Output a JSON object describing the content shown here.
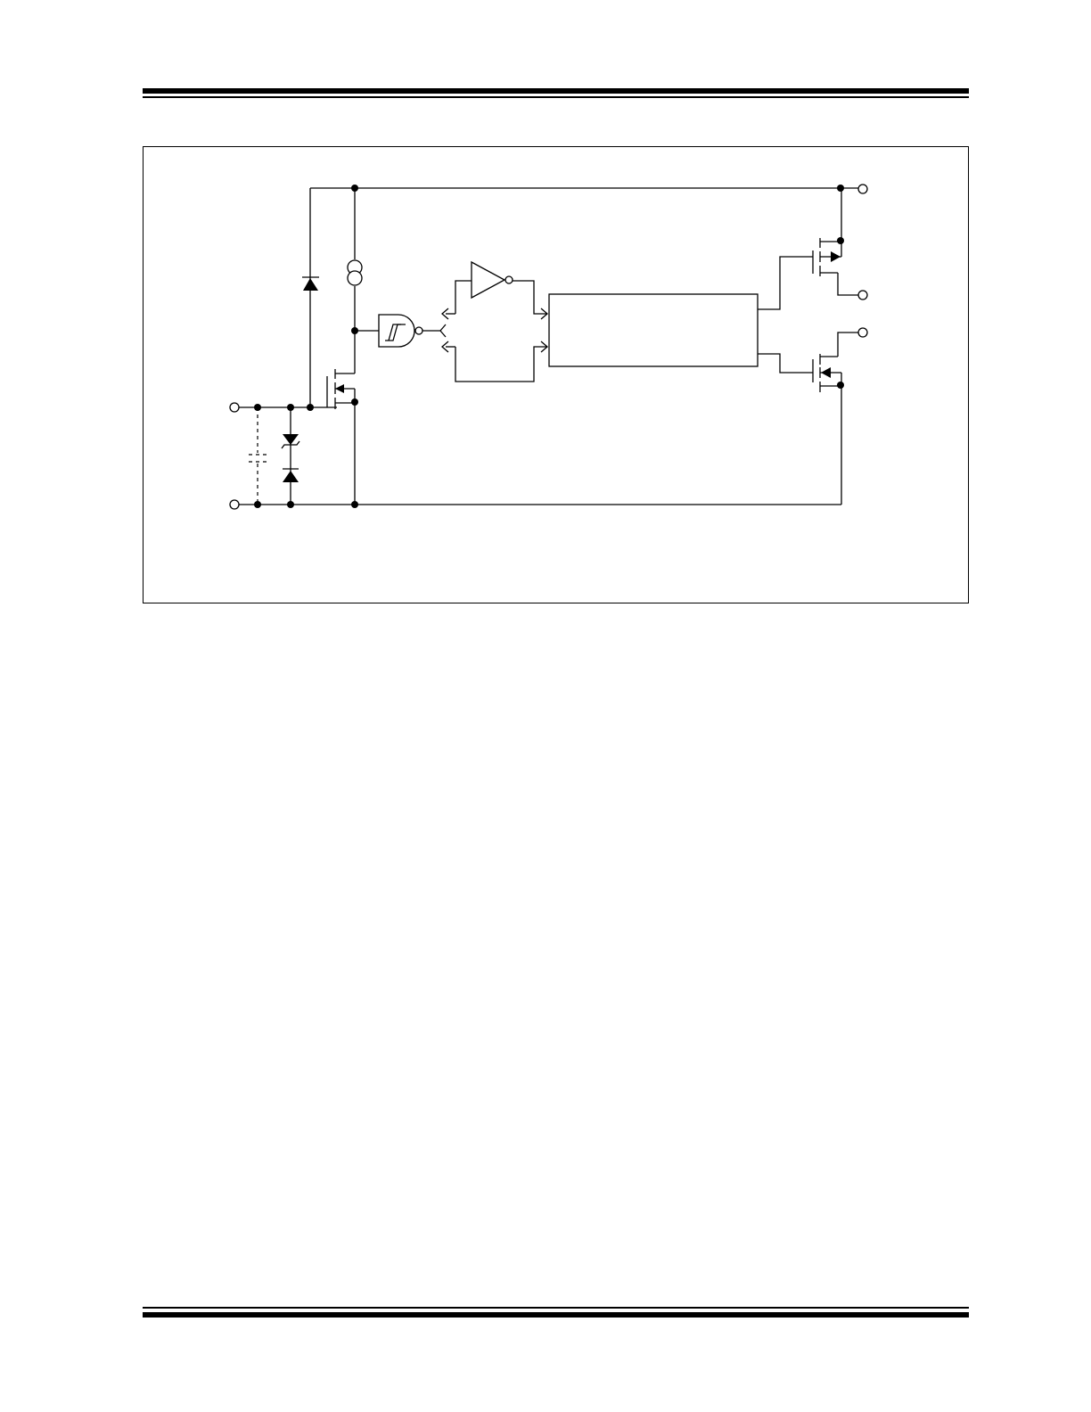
{
  "page": {
    "header_rules": "double",
    "footer_rules": "double"
  },
  "diagram": {
    "type": "block-schematic",
    "color": "#000000",
    "labels": []
  }
}
